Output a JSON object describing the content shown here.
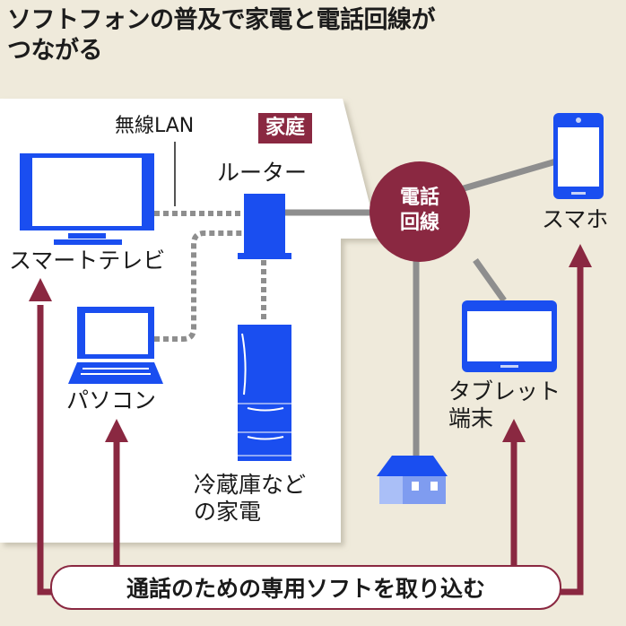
{
  "title": {
    "line1": "ソフトフォンの普及で家電と電話回線が",
    "line2": "つながる"
  },
  "home_badge": "家庭",
  "wireless_lan_label": "無線LAN",
  "phone_line_hub": {
    "line1": "電話",
    "line2": "回線"
  },
  "devices": {
    "smart_tv": "スマートテレビ",
    "router": "ルーター",
    "pc": "パソコン",
    "fridge": {
      "line1": "冷蔵庫など",
      "line2": "の家電"
    },
    "smartphone": "スマホ",
    "tablet": {
      "line1": "タブレット",
      "line2": "端末"
    }
  },
  "software_banner": "通話のための専用ソフトを取り込む",
  "colors": {
    "device_blue": "#1a4ef0",
    "accent_maroon": "#8a2841",
    "line_gray": "#8e8e8e",
    "background": "#efeadb",
    "home_area": "#ffffff"
  }
}
